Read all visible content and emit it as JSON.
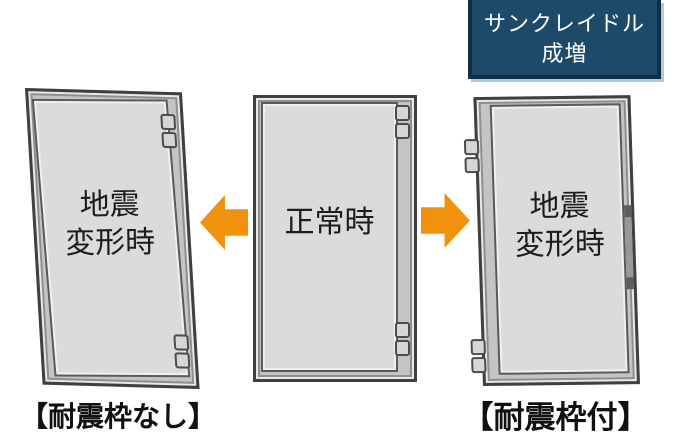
{
  "badge": {
    "line1": "サンクレイドル",
    "line2": "成増"
  },
  "doors": {
    "left": {
      "label_line1": "地震",
      "label_line2": "変形時",
      "caption": "【耐震枠なし】",
      "hinge_side": "right",
      "state": "deformed"
    },
    "center": {
      "label": "正常時",
      "hinge_side": "right",
      "state": "normal"
    },
    "right": {
      "label_line1": "地震",
      "label_line2": "変形時",
      "caption": "【耐震枠付】",
      "hinge_side": "left",
      "state": "frame-deformed-door-ok"
    }
  },
  "arrows": {
    "left_direction": "left",
    "right_direction": "right"
  },
  "colors": {
    "accent_orange": "#f0920e",
    "badge_bg": "#1d4a68",
    "badge_border": "#0f2e47",
    "frame_stroke": "#404040",
    "frame_fill": "#c4c4c4",
    "leaf_fill": "#dbdbdb",
    "leaf_stroke": "#5a5a5a",
    "text_color": "#1c1c1c"
  }
}
